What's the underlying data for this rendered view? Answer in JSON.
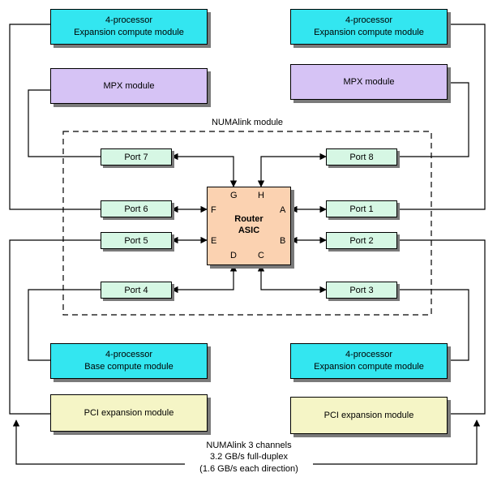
{
  "modules": {
    "top_left": [
      "4-processor",
      "Expansion compute module"
    ],
    "top_right": [
      "4-processor",
      "Expansion compute module"
    ],
    "mpx_left": "MPX module",
    "mpx_right": "MPX module",
    "bottom_left": [
      "4-processor",
      "Base compute module"
    ],
    "bottom_right": [
      "4-processor",
      "Expansion compute module"
    ],
    "pci_left": "PCI expansion module",
    "pci_right": "PCI expansion module"
  },
  "numalink_module": "NUMAlink module",
  "ports": {
    "p7": "Port 7",
    "p8": "Port 8",
    "p6": "Port 6",
    "p1": "Port 1",
    "p5": "Port 5",
    "p2": "Port 2",
    "p4": "Port 4",
    "p3": "Port 3"
  },
  "router": {
    "title": [
      "Router",
      "ASIC"
    ],
    "letters": {
      "G": "G",
      "H": "H",
      "F": "F",
      "A": "A",
      "E": "E",
      "B": "B",
      "D": "D",
      "C": "C"
    }
  },
  "channels_caption": [
    "NUMAlink 3 channels",
    "3.2 GB/s full-duplex",
    "(1.6 GB/s each direction)"
  ],
  "colors": {
    "compute": "#33e6f0",
    "mpx": "#d6c3f5",
    "pci": "#f5f5c6",
    "port": "#d6f7e4",
    "router": "#fbd2b1"
  }
}
